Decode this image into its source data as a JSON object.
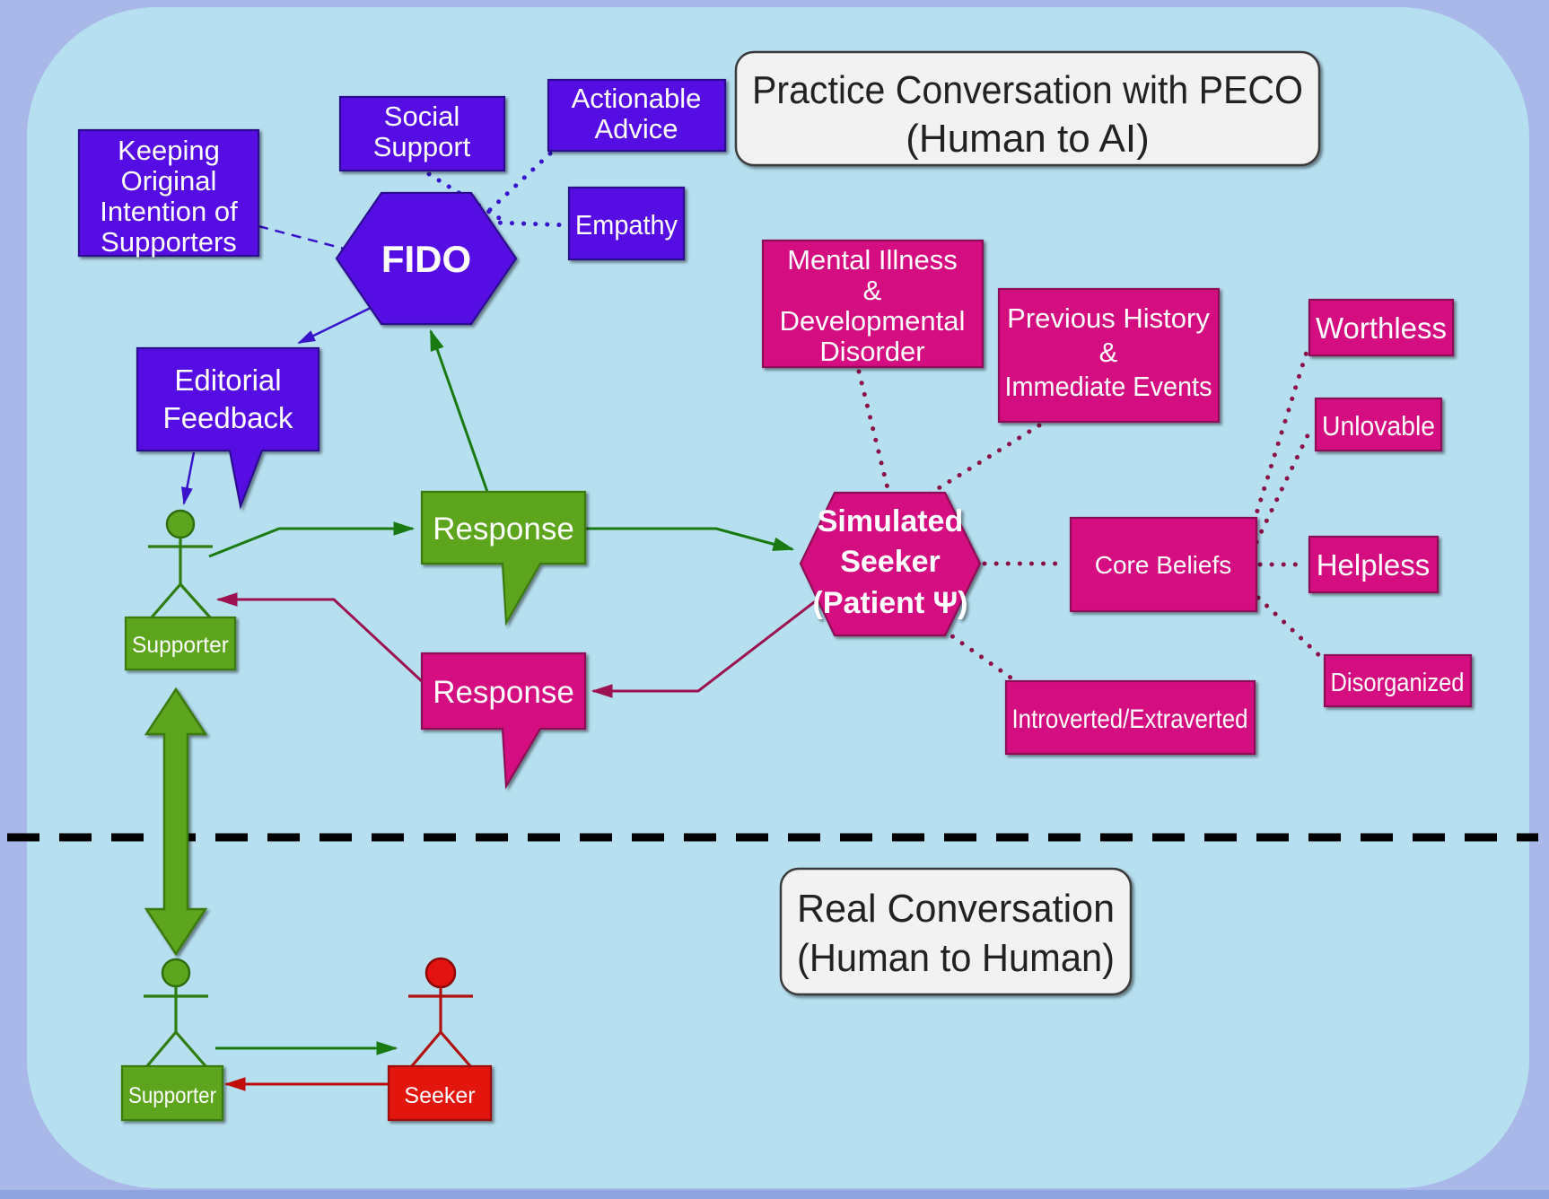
{
  "colors": {
    "background_outer": "#a9b8e8",
    "background_panel": "#b6dff0",
    "bottom_strip": "#8fa3e0",
    "purple": "#5711e3",
    "purple_border": "#2a0d8e",
    "pink": "#d40e80",
    "pink_border": "#8c0a55",
    "green": "#5ca51e",
    "green_border": "#3a7a10",
    "red": "#e21310",
    "red_border": "#9c0a08",
    "title_fill": "#f2f2f2",
    "title_border": "#3a3a3a",
    "arrow_green": "#1a7a12",
    "arrow_crimson": "#9c1150",
    "arrow_purple": "#3912cc",
    "arrow_red": "#c00b0b",
    "dotted_crimson": "#8c1048",
    "divider": "#000000",
    "text_light": "#ffffff",
    "text_dark": "#222222"
  },
  "nodes": {
    "title-practice": {
      "lines": [
        "Practice Conversation with PECO",
        "(Human to AI)"
      ],
      "scheme": "title"
    },
    "title-real": {
      "lines": [
        "Real Conversation",
        "(Human to Human)"
      ],
      "scheme": "title"
    },
    "keeping-original-intention": {
      "lines": [
        "Keeping",
        "Original",
        "Intention of",
        "Supporters"
      ],
      "scheme": "purple"
    },
    "social-support": {
      "lines": [
        "Social",
        "Support"
      ],
      "scheme": "purple"
    },
    "actionable-advice": {
      "lines": [
        "Actionable",
        "Advice"
      ],
      "scheme": "purple"
    },
    "empathy": {
      "lines": [
        "Empathy"
      ],
      "scheme": "purple"
    },
    "fido": {
      "lines": [
        "FIDO"
      ],
      "scheme": "purple",
      "bold": true
    },
    "editorial-feedback": {
      "lines": [
        "Editorial",
        "Feedback"
      ],
      "scheme": "purple"
    },
    "response-ai": {
      "lines": [
        "Response"
      ],
      "scheme": "green"
    },
    "response-seeker": {
      "lines": [
        "Response"
      ],
      "scheme": "pink"
    },
    "supporter-top": {
      "lines": [
        "Supporter"
      ],
      "scheme": "green"
    },
    "simulated-seeker": {
      "lines": [
        "Simulated",
        "Seeker",
        "(Patient Ψ)"
      ],
      "scheme": "pink",
      "bold": true
    },
    "mental-illness": {
      "lines": [
        "Mental Illness",
        "&",
        "Developmental",
        "Disorder"
      ],
      "scheme": "pink"
    },
    "previous-history": {
      "lines": [
        "Previous History",
        "&",
        "Immediate Events"
      ],
      "scheme": "pink"
    },
    "worthless": {
      "lines": [
        "Worthless"
      ],
      "scheme": "pink"
    },
    "unlovable": {
      "lines": [
        "Unlovable"
      ],
      "scheme": "pink"
    },
    "core-beliefs": {
      "lines": [
        "Core Beliefs"
      ],
      "scheme": "pink"
    },
    "helpless": {
      "lines": [
        "Helpless"
      ],
      "scheme": "pink"
    },
    "disorganized": {
      "lines": [
        "Disorganized"
      ],
      "scheme": "pink"
    },
    "introverted-extraverted": {
      "lines": [
        "Introverted/Extraverted"
      ],
      "scheme": "pink"
    },
    "supporter-bottom": {
      "lines": [
        "Supporter"
      ],
      "scheme": "green"
    },
    "seeker": {
      "lines": [
        "Seeker"
      ],
      "scheme": "red"
    }
  },
  "figures": {
    "supporter-actor-top": {
      "color": "green"
    },
    "supporter-actor-bottom": {
      "color": "green"
    },
    "seeker-actor": {
      "color": "red"
    }
  },
  "connections": [
    {
      "id": "keeping-fido",
      "from": "keeping-original-intention",
      "to": "fido",
      "color": "arrow_purple",
      "line": "dashed",
      "arrow": false
    },
    {
      "id": "social-fido",
      "from": "social-support",
      "to": "fido",
      "color": "arrow_purple",
      "line": "dotted",
      "arrow": false
    },
    {
      "id": "actionable-fido",
      "from": "actionable-advice",
      "to": "fido",
      "color": "arrow_purple",
      "line": "dotted",
      "arrow": false
    },
    {
      "id": "empathy-fido",
      "from": "empathy",
      "to": "fido",
      "color": "arrow_purple",
      "line": "dotted",
      "arrow": false
    },
    {
      "id": "fido-editorial",
      "from": "fido",
      "to": "editorial-feedback",
      "color": "arrow_purple",
      "line": "solid",
      "arrow": true
    },
    {
      "id": "editorial-supporter",
      "from": "editorial-feedback",
      "to": "supporter-actor-top",
      "color": "arrow_purple",
      "line": "solid",
      "arrow": true
    },
    {
      "id": "supporter-response",
      "from": "supporter-actor-top",
      "to": "response-ai",
      "color": "arrow_green",
      "line": "solid",
      "arrow": true
    },
    {
      "id": "response-fido",
      "from": "response-ai",
      "to": "fido",
      "color": "arrow_green",
      "line": "solid",
      "arrow": true
    },
    {
      "id": "response-simseeker",
      "from": "response-ai",
      "to": "simulated-seeker",
      "color": "arrow_green",
      "line": "solid",
      "arrow": true
    },
    {
      "id": "simseeker-response2",
      "from": "simulated-seeker",
      "to": "response-seeker",
      "color": "arrow_crimson",
      "line": "solid",
      "arrow": true
    },
    {
      "id": "response2-supporter",
      "from": "response-seeker",
      "to": "supporter-actor-top",
      "color": "arrow_crimson",
      "line": "solid",
      "arrow": true
    },
    {
      "id": "mental-simseeker",
      "from": "mental-illness",
      "to": "simulated-seeker",
      "color": "dotted_crimson",
      "line": "dotted",
      "arrow": false
    },
    {
      "id": "history-simseeker",
      "from": "previous-history",
      "to": "simulated-seeker",
      "color": "dotted_crimson",
      "line": "dotted",
      "arrow": false
    },
    {
      "id": "simseeker-corebeliefs",
      "from": "simulated-seeker",
      "to": "core-beliefs",
      "color": "dotted_crimson",
      "line": "dotted",
      "arrow": false
    },
    {
      "id": "simseeker-introverted",
      "from": "simulated-seeker",
      "to": "introverted-extraverted",
      "color": "dotted_crimson",
      "line": "dotted",
      "arrow": false
    },
    {
      "id": "corebeliefs-worthless",
      "from": "core-beliefs",
      "to": "worthless",
      "color": "dotted_crimson",
      "line": "dotted",
      "arrow": false
    },
    {
      "id": "corebeliefs-unlovable",
      "from": "core-beliefs",
      "to": "unlovable",
      "color": "dotted_crimson",
      "line": "dotted",
      "arrow": false
    },
    {
      "id": "corebeliefs-helpless",
      "from": "core-beliefs",
      "to": "helpless",
      "color": "dotted_crimson",
      "line": "dotted",
      "arrow": false
    },
    {
      "id": "corebeliefs-disorganized",
      "from": "core-beliefs",
      "to": "disorganized",
      "color": "dotted_crimson",
      "line": "dotted",
      "arrow": false
    },
    {
      "id": "divider",
      "from": "practice-section",
      "to": "real-section",
      "color": "divider",
      "line": "divider",
      "arrow": false
    },
    {
      "id": "supporter-mutual",
      "from": "supporter-top",
      "to": "supporter-bottom",
      "color": "green",
      "line": "double",
      "arrow": false
    },
    {
      "id": "supporter2-seeker",
      "from": "supporter-actor-bottom",
      "to": "seeker-actor",
      "color": "arrow_green",
      "line": "solid",
      "arrow": true
    },
    {
      "id": "seeker-supporter2",
      "from": "seeker",
      "to": "supporter-bottom",
      "color": "arrow_red",
      "line": "solid",
      "arrow": true
    }
  ]
}
